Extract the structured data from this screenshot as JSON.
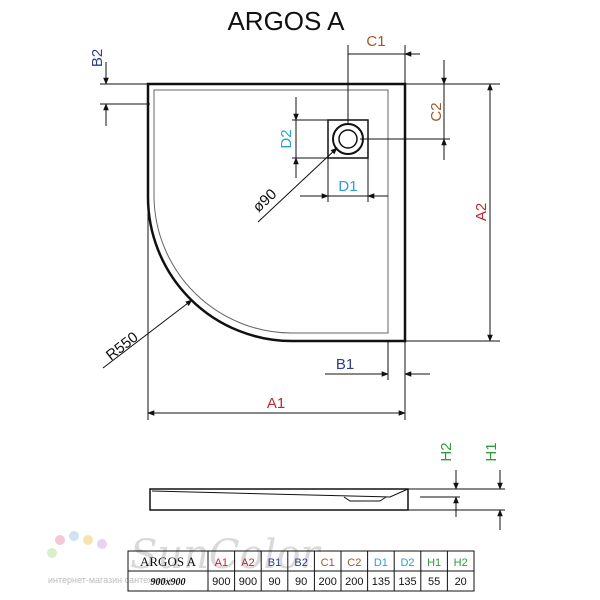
{
  "title": "ARGOS A",
  "labels": {
    "b2": "B2",
    "c1": "C1",
    "c2": "C2",
    "d2": "D2",
    "d1": "D1",
    "diam": "ø90",
    "a2": "A2",
    "r550": "R550",
    "b1": "B1",
    "a1": "A1",
    "h2": "H2",
    "h1": "H1"
  },
  "colors": {
    "a": "#c1272d",
    "b": "#2e3d8f",
    "c": "#9a5a2a",
    "d": "#2a9fd6",
    "h": "#2f9a3a"
  },
  "watermark": {
    "brand": "SunColor",
    "caption": "интернет-магазин сантехники"
  },
  "table": {
    "model": "ARGOS A",
    "size": "900x900",
    "headers": [
      "A1",
      "A2",
      "B1",
      "B2",
      "C1",
      "C2",
      "D1",
      "D2",
      "H1",
      "H2"
    ],
    "values": [
      "900",
      "900",
      "90",
      "90",
      "200",
      "200",
      "135",
      "135",
      "55",
      "20"
    ]
  }
}
